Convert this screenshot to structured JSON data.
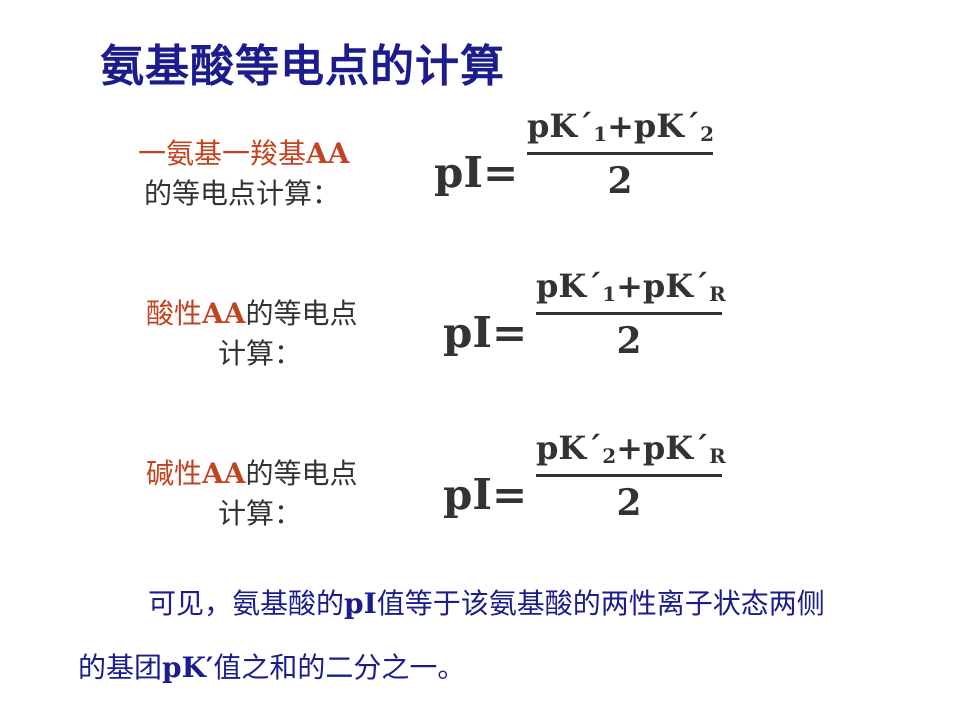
{
  "slide": {
    "title": "氨基酸等电点的计算",
    "rows": [
      {
        "label_line1_colored": "一氨基一羧基",
        "label_line1_bold": "AA",
        "label_line1_rest": "",
        "label_line2": "的等电点计算：",
        "pi_label": "pI=",
        "numerator": {
          "term1_base": "pK´",
          "term1_sub": "1",
          "plus": "+",
          "term2_base": "pK´",
          "term2_sub": "2"
        },
        "denominator": "2"
      },
      {
        "label_line1_colored": "酸性",
        "label_line1_bold": "AA",
        "label_line1_rest": "的等电点",
        "label_line2": "计算：",
        "pi_label": "pI=",
        "numerator": {
          "term1_base": "pK´",
          "term1_sub": "1",
          "plus": "+",
          "term2_base": "pK´",
          "term2_sub": "R"
        },
        "denominator": "2"
      },
      {
        "label_line1_colored": "碱性",
        "label_line1_bold": "AA",
        "label_line1_rest": "的等电点",
        "label_line2": "计算：",
        "pi_label": "pI=",
        "numerator": {
          "term1_base": "pK´",
          "term1_sub": "2",
          "plus": "+",
          "term2_base": "pK´",
          "term2_sub": "R"
        },
        "denominator": "2"
      }
    ],
    "conclusion": {
      "line1_part1": "可见，氨基酸的",
      "line1_bold": "pI",
      "line1_part2": "值等于该氨基酸的两性离子状态两侧",
      "line2_part1": "的基团",
      "line2_bold": "pK′",
      "line2_part2": "值之和的二分之一。"
    },
    "colors": {
      "title": "#1c1c8c",
      "highlight": "#c2431f",
      "body": "#333333",
      "conclusion": "#1c1c8c"
    }
  }
}
